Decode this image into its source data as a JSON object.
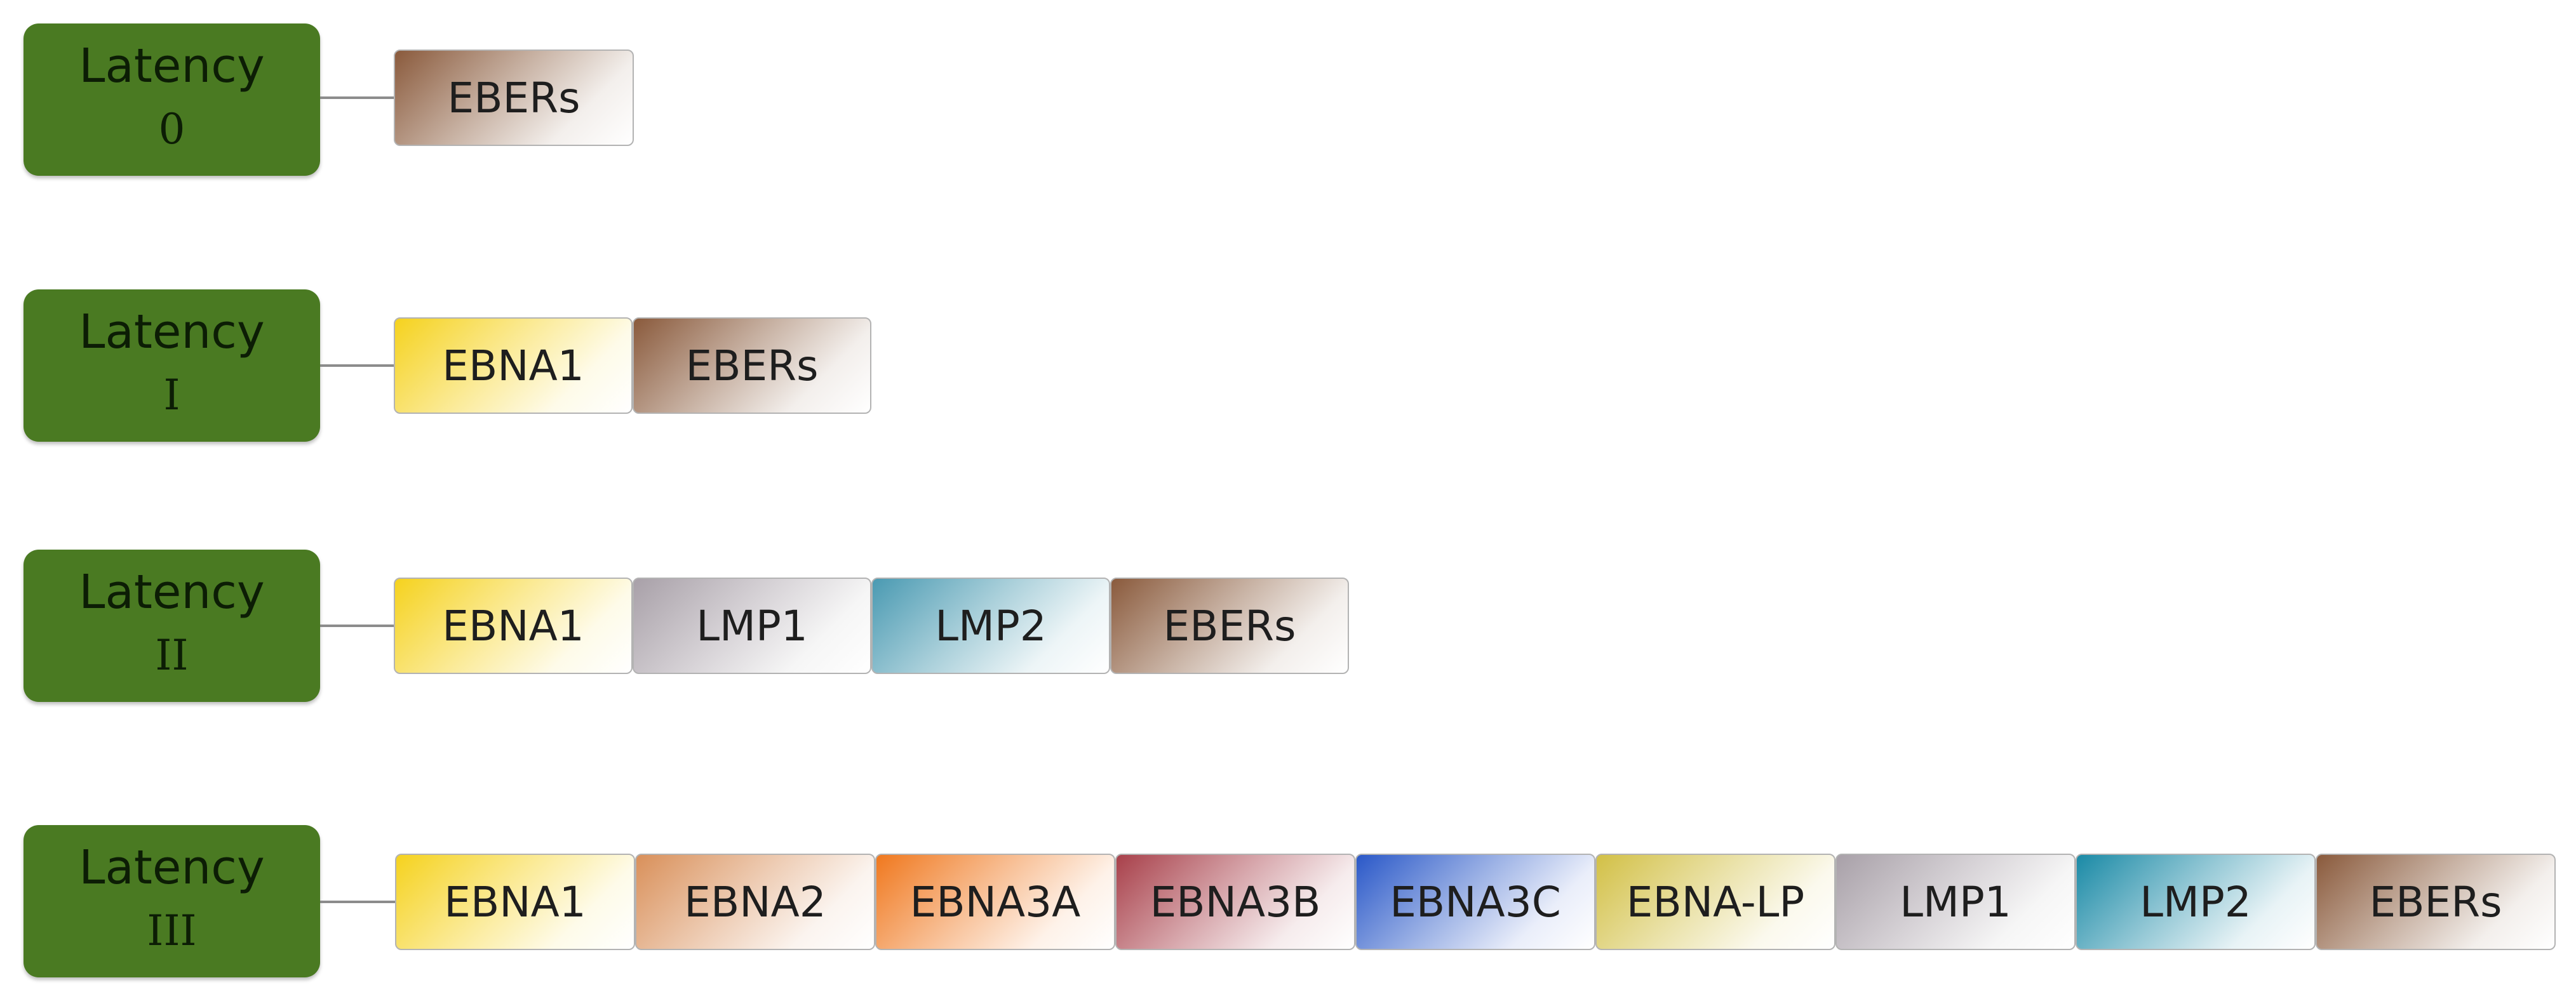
{
  "rows": [
    {
      "latency_line1": "Latency",
      "latency_line2": "0",
      "genes": [
        {
          "label": "EBERs",
          "color": "#8a5a3c"
        }
      ]
    },
    {
      "latency_line1": "Latency",
      "latency_line2": "I",
      "genes": [
        {
          "label": "EBNA1",
          "color": "#f5d21e"
        },
        {
          "label": "EBERs",
          "color": "#8a5a3c"
        }
      ]
    },
    {
      "latency_line1": "Latency",
      "latency_line2": "II",
      "genes": [
        {
          "label": "EBNA1",
          "color": "#f5d21e"
        },
        {
          "label": "LMP1",
          "color": "#a8a0a8"
        },
        {
          "label": "LMP2",
          "color": "#4a9ab2"
        },
        {
          "label": "EBERs",
          "color": "#8a5a3c"
        }
      ]
    },
    {
      "latency_line1": "Latency",
      "latency_line2": "III",
      "genes": [
        {
          "label": "EBNA1",
          "color": "#f5d21e"
        },
        {
          "label": "EBNA2",
          "color": "#d9905a"
        },
        {
          "label": "EBNA3A",
          "color": "#f0781e"
        },
        {
          "label": "EBNA3B",
          "color": "#a8404a"
        },
        {
          "label": "EBNA3C",
          "color": "#2a58c8"
        },
        {
          "label": "EBNA-LP",
          "color": "#d2c046"
        },
        {
          "label": "LMP1",
          "color": "#a8a0a8"
        },
        {
          "label": "LMP2",
          "color": "#1a8aa6"
        },
        {
          "label": "EBERs",
          "color": "#8a5a3c"
        }
      ]
    }
  ]
}
